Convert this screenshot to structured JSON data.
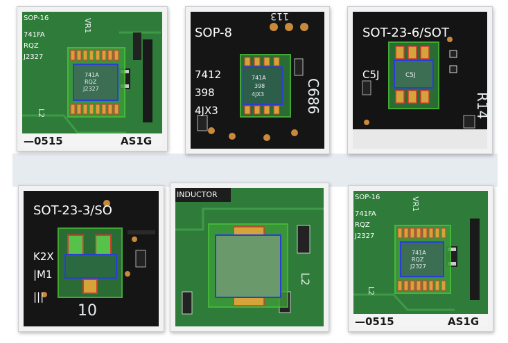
{
  "colors": {
    "board_green": "#2f7c3a",
    "board_black": "#141414",
    "pad_gold": "#d6a23a",
    "box_red": "#d23b2e",
    "box_blue": "#2a3ed6",
    "box_green": "#49c23a",
    "tile_frame": "#f2f2f2"
  },
  "tiles": [
    {
      "name": "sop16-a",
      "tag": "SOP-16",
      "lines": [
        "741FA",
        "RQZ",
        "J2327"
      ],
      "silk_vr": "VR1",
      "silk_l": "L2",
      "footer_left": "—0515",
      "footer_right": "AS1G",
      "chip_text": [
        "741A",
        "RQZ",
        "J2327"
      ]
    },
    {
      "name": "sop8",
      "tag": "SOP-8",
      "lines": [
        "7412",
        "398",
        "4JX3"
      ],
      "silk_top": "113",
      "silk_side": "C686",
      "chip_text": [
        "741A",
        "398",
        "4JX3"
      ]
    },
    {
      "name": "sot23-6",
      "tag": "SOT-23-6/SOT",
      "lines": [
        "C5J"
      ],
      "silk_side": "R14",
      "chip_text": [
        "C5J"
      ]
    },
    {
      "name": "sot23-3",
      "tag": "SOT-23-3/SO",
      "lines": [
        "K2X",
        "|M1",
        "|||"
      ],
      "silk_bottom": "10"
    },
    {
      "name": "inductor",
      "tag": "INDUCTOR",
      "silk_l": "L2"
    },
    {
      "name": "sop16-b",
      "tag": "SOP-16",
      "lines": [
        "741FA",
        "RQZ",
        "J2327"
      ],
      "silk_vr": "VR1",
      "silk_l": "L2",
      "footer_left": "—0515",
      "footer_right": "AS1G",
      "chip_text": [
        "741A",
        "RQZ",
        "J2327"
      ]
    }
  ]
}
